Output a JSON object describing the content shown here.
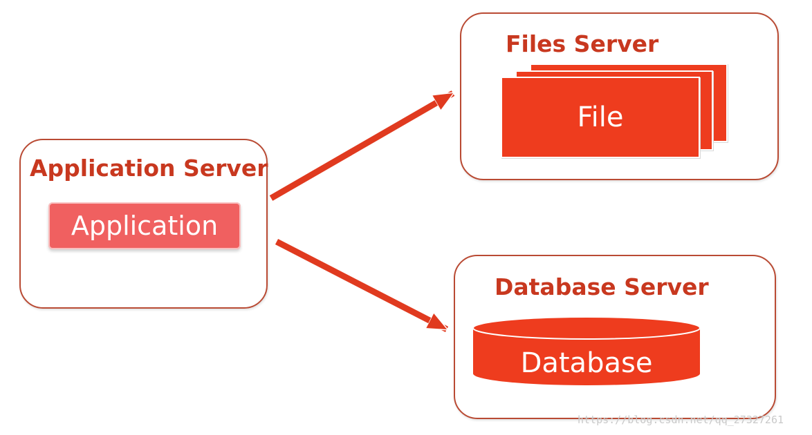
{
  "colors": {
    "accent": "#c8381f",
    "block_fill": "#ee3c1e",
    "application_fill": "#f06060",
    "panel_border": "#b94a33",
    "arrow": "#e03a1f"
  },
  "nodes": {
    "application_server": {
      "title": "Application Server",
      "item": "Application"
    },
    "files_server": {
      "title": "Files Server",
      "item": "File"
    },
    "database_server": {
      "title": "Database Server",
      "item": "Database"
    }
  },
  "edges": [
    {
      "from": "Application Server",
      "to": "Files Server"
    },
    {
      "from": "Application Server",
      "to": "Database Server"
    }
  ],
  "watermark": "https://blog.csdn.net/qq_27327261"
}
